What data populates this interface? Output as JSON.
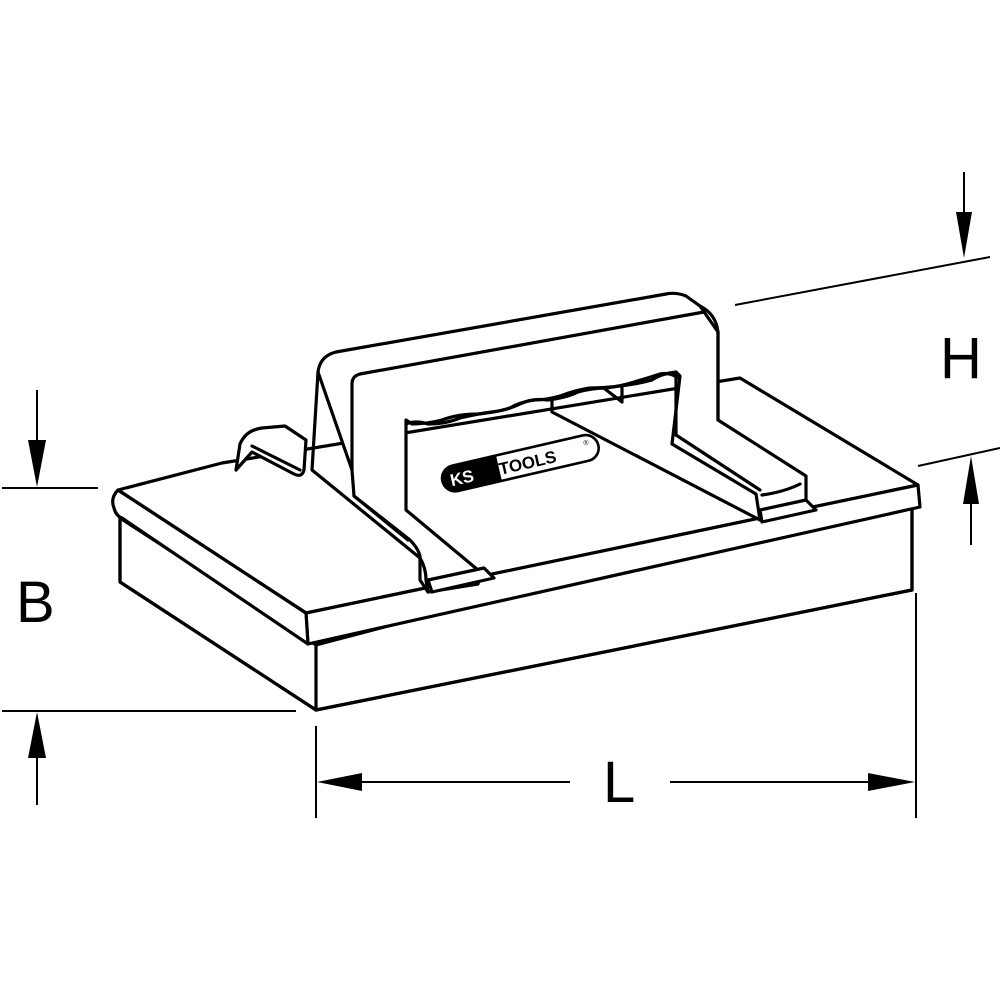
{
  "diagram": {
    "subject": "float-trowel-with-handle",
    "brand": {
      "logo_left": "KS",
      "logo_right": "TOOLS",
      "registered_mark": "®"
    },
    "dimensions": {
      "height_label": "H",
      "width_label": "B",
      "length_label": "L"
    },
    "colors": {
      "line": "#000000",
      "background": "#ffffff",
      "logo_fill": "#000000"
    }
  }
}
